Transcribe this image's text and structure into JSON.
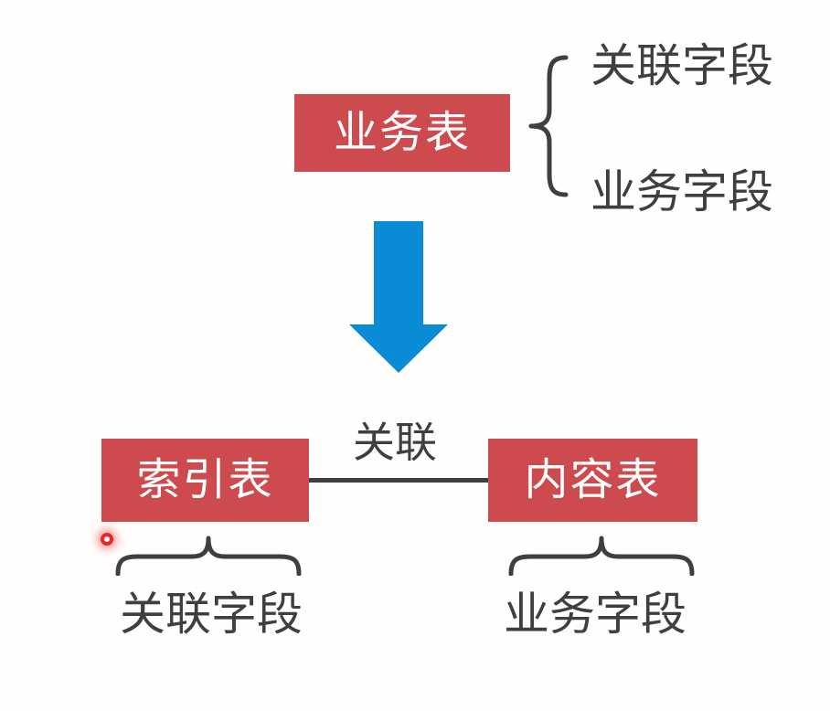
{
  "colors": {
    "background": "#fffefd",
    "box_red": "#cd4b4e",
    "arrow_blue": "#0a8bd6",
    "line_dark": "#3f3f3f",
    "box_text_white": "#ffffff",
    "laser_red": "#ee2524"
  },
  "icons": {
    "down_arrow_icon": "solid blue downward arrow (SVG shape)",
    "curly_brace_icon": "thin dark curly brace (SVG path)",
    "laser_pointer_dot_icon": "small glowing red ring (CSS radial shape)"
  },
  "diagram": {
    "top": {
      "table_label": "业务表",
      "fields": [
        {
          "label": "关联字段"
        },
        {
          "label": "业务字段"
        }
      ]
    },
    "relation_label": "关联",
    "bottom": {
      "left_table": {
        "label": "索引表",
        "field_label": "关联字段"
      },
      "right_table": {
        "label": "内容表",
        "field_label": "业务字段"
      }
    }
  }
}
